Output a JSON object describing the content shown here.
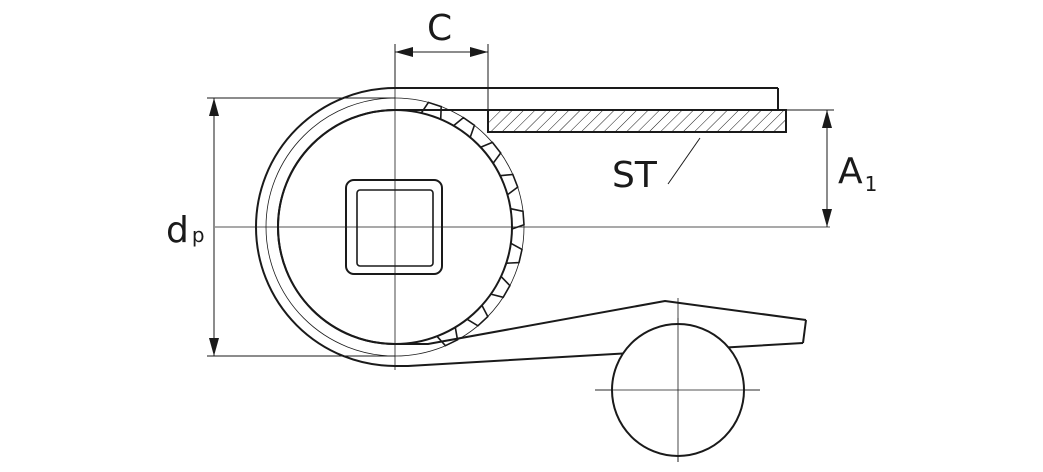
{
  "labels": {
    "c": "C",
    "dp_main": "d",
    "dp_sub": "p",
    "st": "ST",
    "a1_main": "A",
    "a1_sub": "1"
  },
  "colors": {
    "line": "#1a1a1a",
    "background": "#ffffff"
  }
}
